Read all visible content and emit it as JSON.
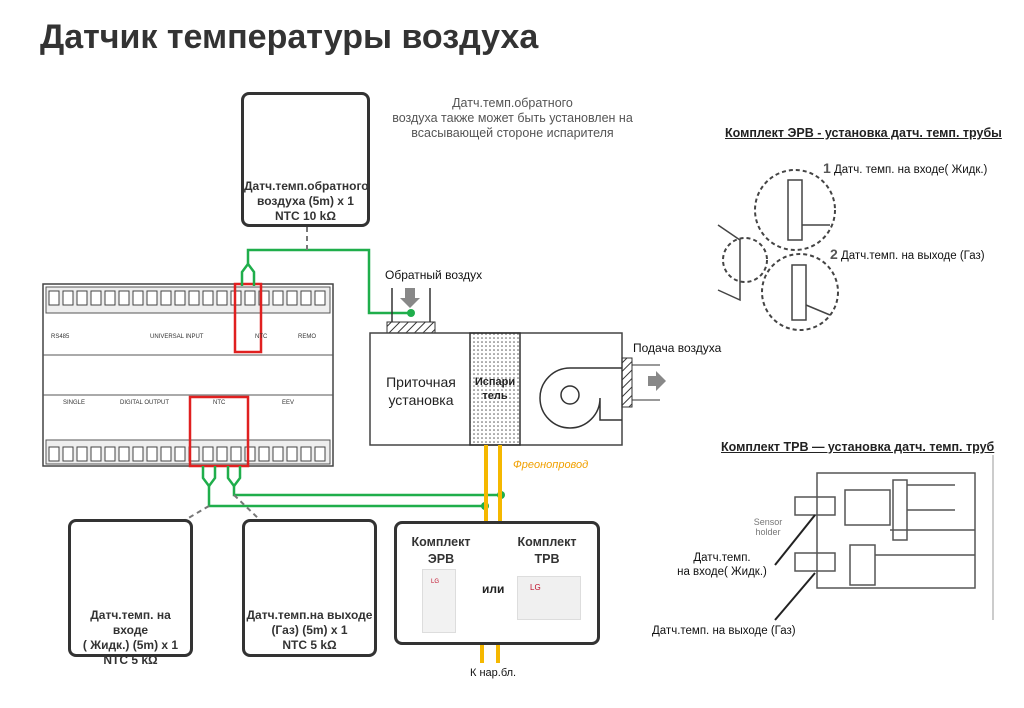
{
  "title": "Датчик температуры воздуха",
  "return_sensor": {
    "line1": "Датч.темп.обратного",
    "line2": "воздуха (5m) x 1",
    "line3": "NTC 10 kΩ"
  },
  "note": {
    "line1": "Датч.темп.обратного",
    "line2": "воздуха также может быть установлен на",
    "line3": "всасывающей стороне испарителя"
  },
  "return_air": "Обратный воздух",
  "supply_air": "Подача воздуха",
  "ahu": {
    "line1": "Приточная",
    "line2": "установка",
    "evap1": "Испари",
    "evap2": "тель"
  },
  "freon": "Фреонопровод",
  "controller": {
    "top_labels": [
      "RS485",
      "UNIVERSAL INPUT",
      "NTC",
      "REMO"
    ],
    "bottom_labels": [
      "SINGLE",
      "DIGITAL OUTPUT",
      "NTC",
      "EEV"
    ]
  },
  "inlet_sensor": {
    "line1": "Датч.темп. на входе",
    "line2": "( Жидк.) (5m) x 1",
    "line3": "NTC 5 kΩ"
  },
  "outlet_sensor": {
    "line1": "Датч.темп.на выходе",
    "line2": "(Газ) (5m) x 1",
    "line3": "NTC 5 kΩ"
  },
  "kit": {
    "erv1": "Комплект",
    "erv2": "ЭРВ",
    "trv1": "Комплект",
    "trv2": "ТРВ",
    "or": "или",
    "brand": "LG"
  },
  "outdoor": "К нар.бл.",
  "erv_panel": {
    "heading": "Комплект ЭРВ - установка датч. темп. трубы",
    "n1": "1",
    "l1": "Датч. темп. на входе( Жидк.)",
    "n2": "2",
    "l2": "Датч.темп. на выходе (Газ)"
  },
  "trv_panel": {
    "heading": "Комплект ТРВ — установка датч. темп. труб",
    "holder": "Sensor holder",
    "l1a": "Датч.темп.",
    "l1b": "на входе( Жидк.)",
    "l2": "Датч.темп. на выходе (Газ)"
  },
  "colors": {
    "green": "#1fae4b",
    "red": "#e02020",
    "yellow": "#f5b800",
    "freon_text": "#f0a000"
  }
}
